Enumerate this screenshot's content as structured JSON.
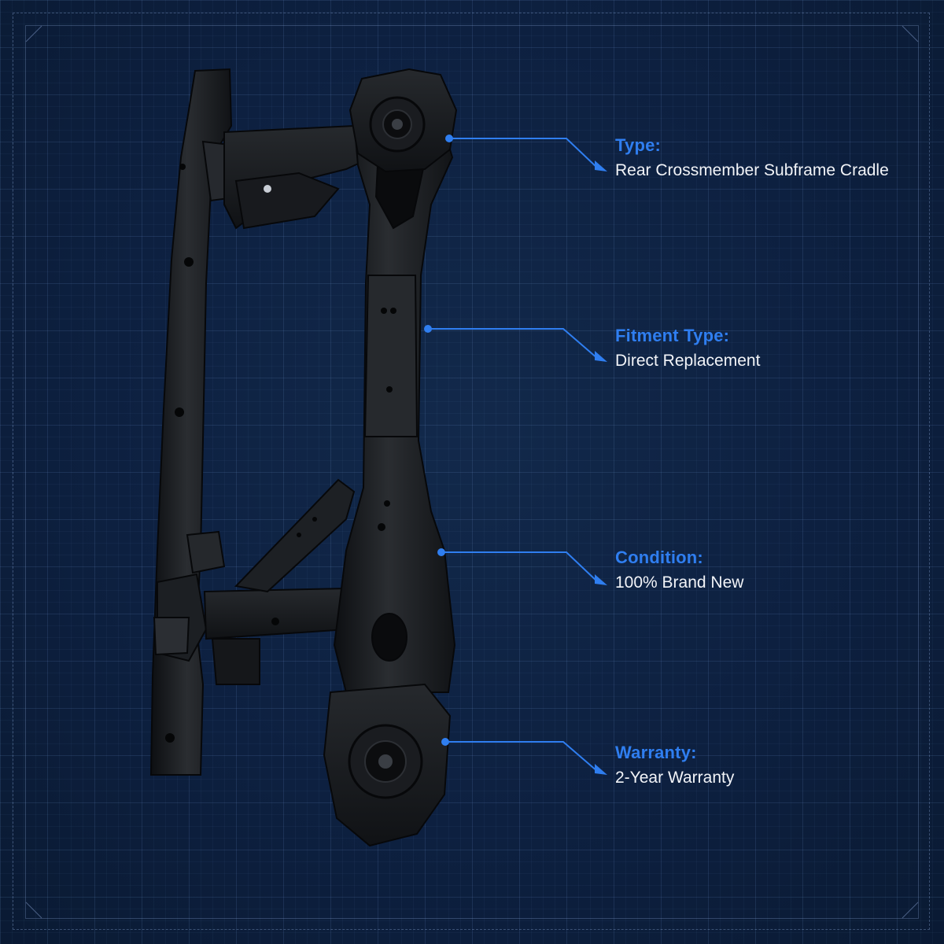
{
  "accent_color": "#2f7ef0",
  "background_color": "#0c1d38",
  "product_image": "rear-crossmember-subframe-photo",
  "specs": [
    {
      "label": "Type:",
      "value": "Rear Crossmember Subframe Cradle"
    },
    {
      "label": "Fitment Type:",
      "value": "Direct Replacement"
    },
    {
      "label": "Condition:",
      "value": "100% Brand New"
    },
    {
      "label": "Warranty:",
      "value": "2-Year Warranty"
    }
  ]
}
